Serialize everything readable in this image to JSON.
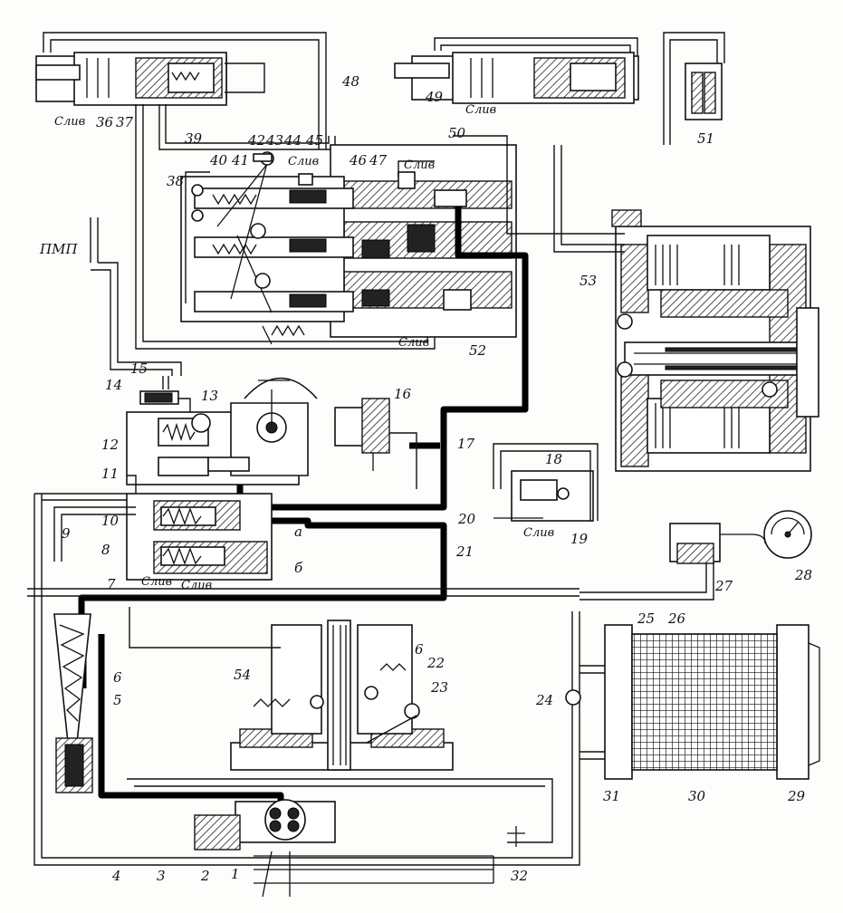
{
  "labels": {
    "n1": "1",
    "n2": "2",
    "n3": "3",
    "n4": "4",
    "n5": "5",
    "n6": "6",
    "n7": "7",
    "n8": "8",
    "n9": "9",
    "n10": "10",
    "n11": "11",
    "n12": "12",
    "n13": "13",
    "n14": "14",
    "n15": "15",
    "n16": "16",
    "n17": "17",
    "n18": "18",
    "n19": "19",
    "n20": "20",
    "n21": "21",
    "n22": "22",
    "n23": "23",
    "n24": "24",
    "n25": "25",
    "n26": "26",
    "n27": "27",
    "n28": "28",
    "n29": "29",
    "n30": "30",
    "n31": "31",
    "n32": "32",
    "n36": "36",
    "n37": "37",
    "n38": "38",
    "n39": "39",
    "n40": "40",
    "n41": "41",
    "n42": "42",
    "n43": "43",
    "n44": "44",
    "n45": "45",
    "n46": "46",
    "n47": "47",
    "n48": "48",
    "n49": "49",
    "n50": "50",
    "n51": "51",
    "n52": "52",
    "n53": "53",
    "n54": "54",
    "ns6": "6",
    "a": "а",
    "b": "б",
    "pmp": "ПМП"
  },
  "drain_labels": {
    "d1": "Слив",
    "d2": "Слив",
    "d3": "Слив",
    "d4": "Слив",
    "d5": "Слив",
    "d6": "Слив",
    "d7": "Слив",
    "d8": "Слив"
  },
  "colors": {
    "ink": "#111111",
    "paper": "#fdfdfb",
    "heavy_line": "#000000"
  }
}
